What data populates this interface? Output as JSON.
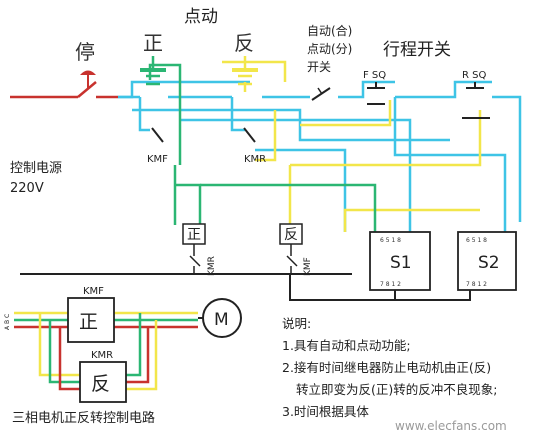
{
  "labels": {
    "stop": "停",
    "forward": "正",
    "jog": "点动",
    "reverse": "反",
    "mode_line1": "自动(合)",
    "mode_line2": "点动(分)",
    "mode_line3": "开关",
    "limit_switch": "行程开关",
    "fsq": "F SQ",
    "rsq": "R SQ",
    "kmf": "KMF",
    "kmr": "KMR",
    "power_line1": "控制电源",
    "power_line2": "220V",
    "relay_forward": "正",
    "relay_reverse": "反",
    "relay_kmr": "KMR",
    "relay_kmf": "KMF",
    "s1": "S1",
    "s2": "S2",
    "timer_pins_top": "6 5 1 8",
    "timer_pins_bottom": "7 8 1 2",
    "motor": "M",
    "contactor_forward": "正",
    "contactor_reverse": "反",
    "phase_labels": "A B C",
    "caption": "三相电机正反转控制电路"
  },
  "notes": {
    "title": "说明:",
    "line1": "1.具有自动和点动功能;",
    "line2": "2.接有时间继电器防止电动机由正(反)",
    "line3": "转立即变为反(正)转的反冲不良现象;",
    "line4": "3.时间根据具体"
  },
  "watermark": "www.elecfans.com",
  "colors": {
    "red": "#c8322e",
    "cyan": "#3ec4e6",
    "yellow": "#f2e64a",
    "green": "#2bb673",
    "black": "#222222"
  }
}
